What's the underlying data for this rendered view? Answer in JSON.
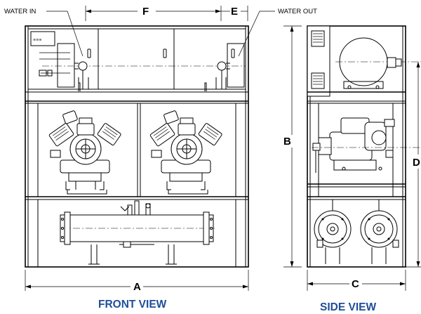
{
  "callouts": {
    "water_in": "WATER IN",
    "water_out": "WATER OUT"
  },
  "dimensions": {
    "a": "A",
    "b": "B",
    "c": "C",
    "d": "D",
    "e": "E",
    "f": "F"
  },
  "views": {
    "front": "FRONT VIEW",
    "side": "SIDE VIEW"
  },
  "colors": {
    "view_label": "#1f4e9a",
    "line": "#000000"
  }
}
